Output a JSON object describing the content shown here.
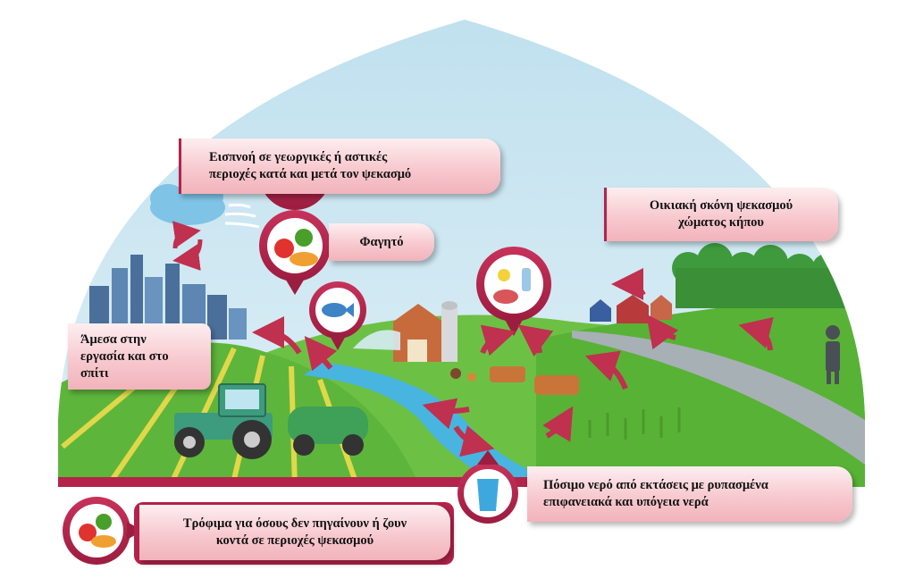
{
  "callouts": {
    "inhalation": {
      "line1": "Εισπνοή  σε γεωργικές ή αστικές",
      "line2": "περιοχές κατά και μετά τον ψεκασμό"
    },
    "food": "Φαγητό",
    "household_dust": {
      "line1": "Οικιακή σκόνη ψεκασμού",
      "line2": "χώματος κήπου"
    },
    "direct_work_home": {
      "line1": "Άμεσα στην",
      "line2": "εργασία και στο",
      "line3": "σπίτι"
    },
    "drinking_water": {
      "line1": "Πόσιμο νερό από εκτάσεις με ρυπασμένα",
      "line2": "επιφανειακά και υπόγεια νερά"
    },
    "food_not_near": {
      "line1": "Τρόφιμα   για όσους δεν πηγαίνουν ή ζουν",
      "line2": "κοντά σε περιοχές ψεκασμού"
    }
  },
  "colors": {
    "sky": "#cfe6f1",
    "grass": "#5bb33a",
    "river": "#47b6e3",
    "road": "#9aa3a8",
    "accent": "#b4234a",
    "callout": "#f7c9cf"
  },
  "icons": [
    "cloud-icon",
    "wind-icon",
    "factory-icon",
    "recycle-arrows-icon",
    "fruit-vegetable-icon",
    "fish-icon",
    "barn-icon",
    "silo-icon",
    "greenhouse-icon",
    "tractor-icon",
    "sprayer-tank-icon",
    "meat-egg-milk-icon",
    "cow-icon",
    "rooster-icon",
    "house-icon",
    "tree-icon",
    "person-spraying-icon",
    "drinking-glass-icon",
    "corn-plant-icon"
  ]
}
